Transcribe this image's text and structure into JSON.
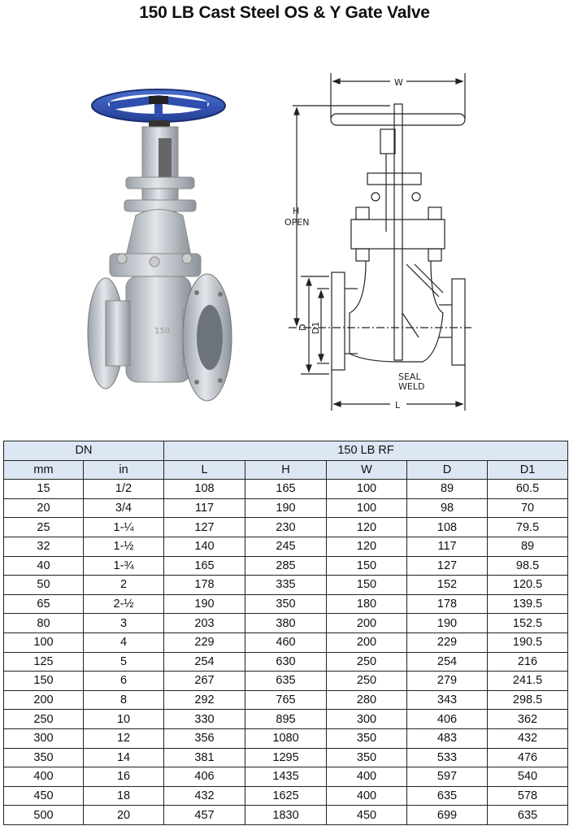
{
  "title": "150 LB Cast Steel OS & Y Gate Valve",
  "colors": {
    "handwheel": "#2f4fae",
    "header_bg": "#dde6f3",
    "body_metal": "#c9ccd2"
  },
  "drawing": {
    "labels": {
      "w": "W",
      "h": "H",
      "open": "OPEN",
      "d": "D",
      "d1": "D1",
      "l": "L",
      "seal": "SEAL",
      "weld": "WELD"
    }
  },
  "table": {
    "group_headers": [
      "DN",
      "150 LB RF"
    ],
    "columns": [
      "mm",
      "in",
      "L",
      "H",
      "W",
      "D",
      "D1"
    ],
    "rows": [
      [
        "15",
        "1/2",
        "108",
        "165",
        "100",
        "89",
        "60.5"
      ],
      [
        "20",
        "3/4",
        "117",
        "190",
        "100",
        "98",
        "70"
      ],
      [
        "25",
        "1-¼",
        "127",
        "230",
        "120",
        "108",
        "79.5"
      ],
      [
        "32",
        "1-½",
        "140",
        "245",
        "120",
        "117",
        "89"
      ],
      [
        "40",
        "1-¾",
        "165",
        "285",
        "150",
        "127",
        "98.5"
      ],
      [
        "50",
        "2",
        "178",
        "335",
        "150",
        "152",
        "120.5"
      ],
      [
        "65",
        "2-½",
        "190",
        "350",
        "180",
        "178",
        "139.5"
      ],
      [
        "80",
        "3",
        "203",
        "380",
        "200",
        "190",
        "152.5"
      ],
      [
        "100",
        "4",
        "229",
        "460",
        "200",
        "229",
        "190.5"
      ],
      [
        "125",
        "5",
        "254",
        "630",
        "250",
        "254",
        "216"
      ],
      [
        "150",
        "6",
        "267",
        "635",
        "250",
        "279",
        "241.5"
      ],
      [
        "200",
        "8",
        "292",
        "765",
        "280",
        "343",
        "298.5"
      ],
      [
        "250",
        "10",
        "330",
        "895",
        "300",
        "406",
        "362"
      ],
      [
        "300",
        "12",
        "356",
        "1080",
        "350",
        "483",
        "432"
      ],
      [
        "350",
        "14",
        "381",
        "1295",
        "350",
        "533",
        "476"
      ],
      [
        "400",
        "16",
        "406",
        "1435",
        "400",
        "597",
        "540"
      ],
      [
        "450",
        "18",
        "432",
        "1625",
        "400",
        "635",
        "578"
      ],
      [
        "500",
        "20",
        "457",
        "1830",
        "450",
        "699",
        "635"
      ]
    ]
  }
}
